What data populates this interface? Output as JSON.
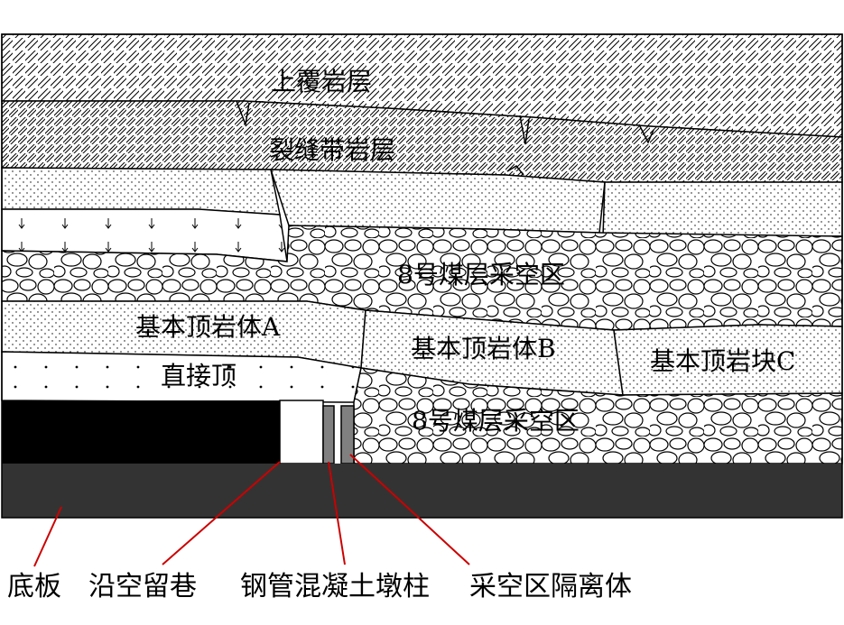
{
  "labels": {
    "overburden": "上覆岩层",
    "fracture_zone": "裂缝带岩层",
    "goaf_upper": "8号煤层采空区",
    "main_roof_a": "基本顶岩体A",
    "main_roof_b": "基本顶岩体B",
    "main_roof_c": "基本顶岩块C",
    "immediate_roof": "直接顶",
    "goaf_lower": "8号煤层采空区"
  },
  "legend": {
    "floor": "底板",
    "gob_side_roadway": "沿空留巷",
    "steel_tube_pier": "钢管混凝土墩柱",
    "goaf_isolation": "采空区隔离体"
  },
  "colors": {
    "floor": "#333333",
    "coal": "#000000",
    "pier": "#808080",
    "leader": "#cc0000"
  }
}
